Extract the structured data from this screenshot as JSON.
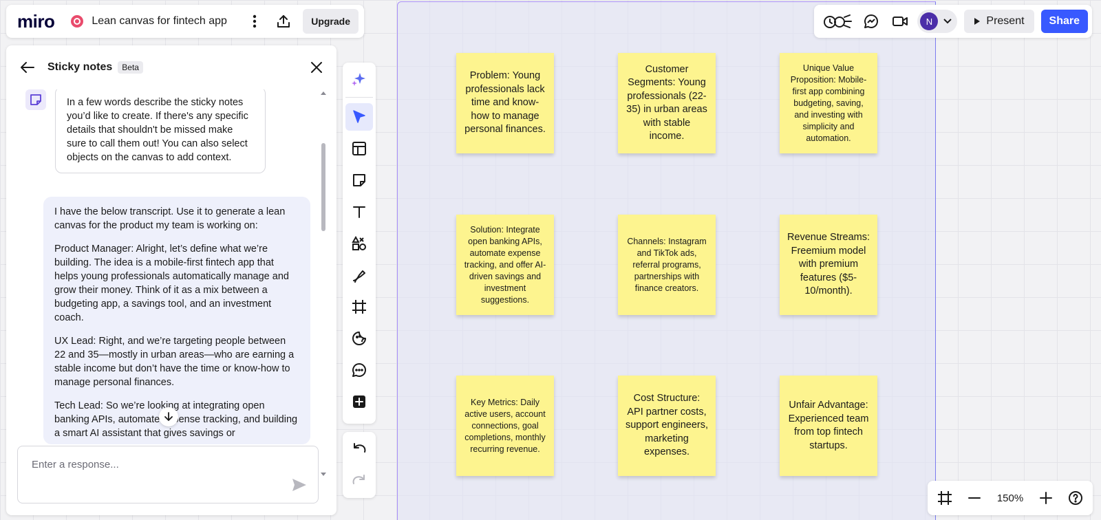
{
  "app": {
    "logo": "miro",
    "board_title": "Lean canvas for fintech app",
    "upgrade_label": "Upgrade"
  },
  "header_right": {
    "avatar_initial": "N",
    "present_label": "Present",
    "share_label": "Share",
    "colors": {
      "share_bg": "#3859ff",
      "avatar_bg": "#4b2ea8"
    }
  },
  "panel": {
    "title": "Sticky notes",
    "badge": "Beta",
    "bot_message": "In a few words describe the sticky notes you’d like to create. If there's any specific details that shouldn't be missed make sure to call them out! You can also select objects on the canvas to add context.",
    "user_message": [
      "I have the below transcript. Use it to generate a lean canvas for the product my team is working on:",
      "Product Manager: Alright, let’s define what we’re building. The idea is a mobile-first fintech app that helps young professionals automatically manage and grow their money. Think of it as a mix between a budgeting app, a savings tool, and an investment coach.",
      "UX Lead: Right, and we’re targeting people between 22 and 35—mostly in urban areas—who are earning a stable income but don’t have the time or know-how to manage personal finances.",
      "Tech Lead: So we’re looking at integrating open banking APIs, automate expense tracking, and building a smart AI assistant that gives savings or"
    ],
    "response_placeholder": "Enter a response..."
  },
  "toolbar": {
    "tools": [
      "ai-sparkle-icon",
      "select-cursor-icon",
      "templates-icon",
      "sticky-note-icon",
      "text-icon",
      "shapes-icon",
      "pen-icon",
      "frame-icon",
      "sticker-icon",
      "comment-icon",
      "more-apps-icon"
    ],
    "active_tool": "select-cursor-icon"
  },
  "sticky_notes": [
    {
      "id": "problem",
      "text": "Problem: Young professionals lack time and know-how to manage personal finances."
    },
    {
      "id": "customer-segments",
      "text": "Customer Segments: Young professionals (22-35) in urban areas with stable income."
    },
    {
      "id": "unique-value-proposition",
      "text": "Unique Value Proposition: Mobile-first app combining budgeting, saving, and investing with simplicity and automation."
    },
    {
      "id": "solution",
      "text": "Solution: Integrate open banking APIs, automate expense tracking, and offer AI-driven savings and investment suggestions."
    },
    {
      "id": "channels",
      "text": "Channels: Instagram and TikTok ads, referral programs, partnerships with finance creators."
    },
    {
      "id": "revenue-streams",
      "text": "Revenue Streams: Freemium model with premium features ($5-10/month)."
    },
    {
      "id": "key-metrics",
      "text": "Key Metrics: Daily active users, account connections, goal completions, monthly recurring revenue."
    },
    {
      "id": "cost-structure",
      "text": "Cost Structure: API partner costs, support engineers, marketing expenses."
    },
    {
      "id": "unfair-advantage",
      "text": "Unfair Advantage: Experienced team from top fintech startups."
    }
  ],
  "sticky_color": "#fdf48f",
  "zoom": {
    "level": "150%"
  }
}
